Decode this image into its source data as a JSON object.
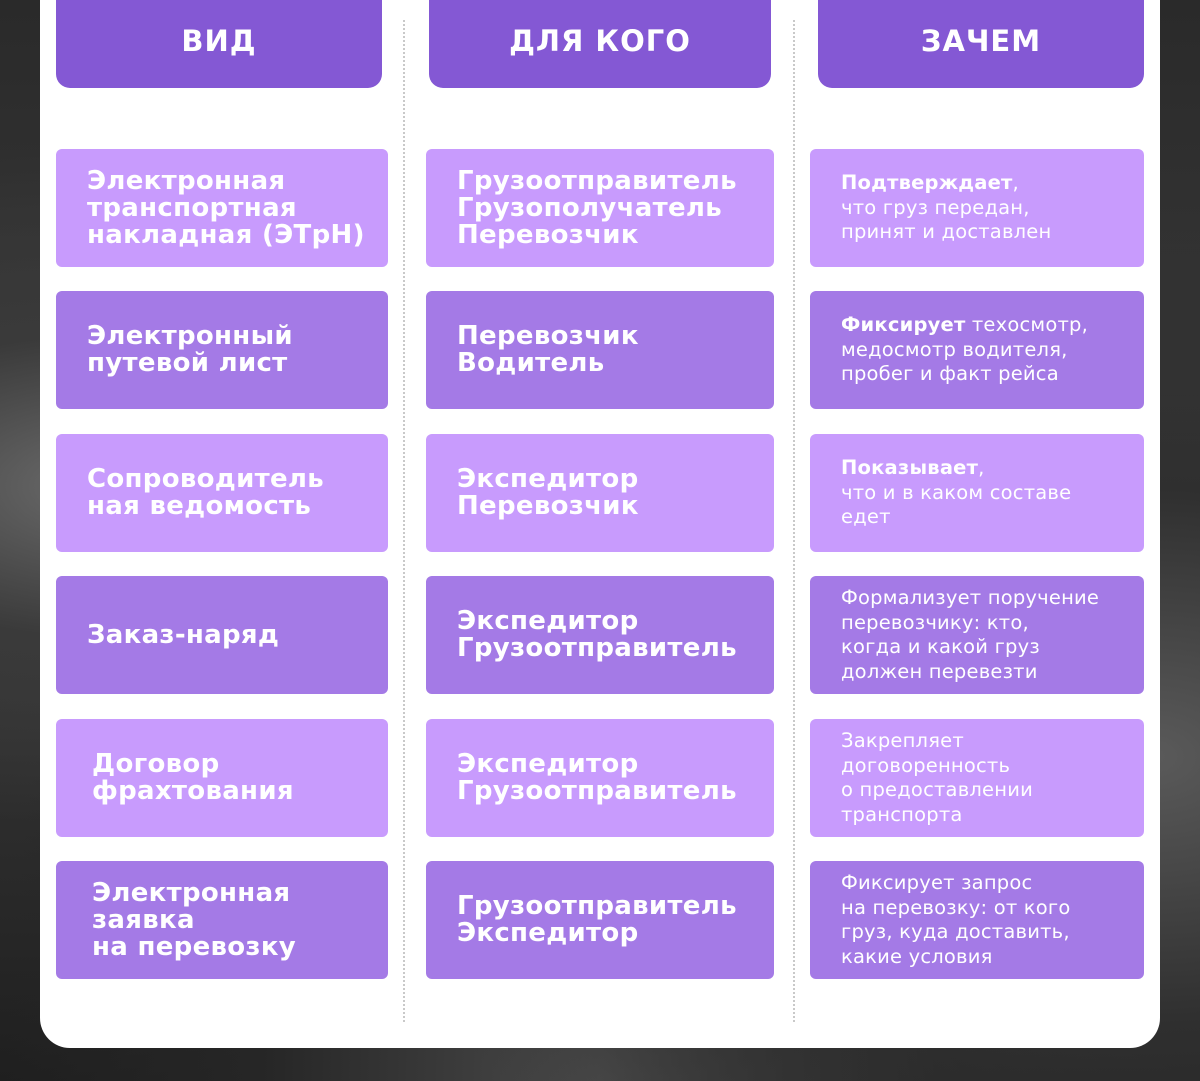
{
  "headers": {
    "type": "ВИД",
    "audience": "ДЛЯ КОГО",
    "purpose": "ЗАЧЕМ"
  },
  "rows": [
    {
      "type": [
        "Электронная",
        "транспортная",
        "накладная (ЭТрН)"
      ],
      "audience": [
        "Грузоотправитель",
        "Грузополучатель",
        "Перевозчик"
      ],
      "purpose_bold": "Подтверждает",
      "purpose_first_rest": ",",
      "purpose_lines": [
        "что груз передан,",
        "принят и доставлен"
      ]
    },
    {
      "type": [
        "Электронный",
        "путевой лист"
      ],
      "audience": [
        "Перевозчик",
        "Водитель"
      ],
      "purpose_bold": "Фиксирует",
      "purpose_first_rest": " техосмотр,",
      "purpose_lines": [
        "медосмотр водителя,",
        "пробег и факт рейса"
      ]
    },
    {
      "type": [
        "Сопроводитель",
        "ная ведомость"
      ],
      "audience": [
        "Экспедитор",
        "Перевозчик"
      ],
      "purpose_bold": "Показывает",
      "purpose_first_rest": ",",
      "purpose_lines": [
        "что и в каком составе",
        "едет"
      ]
    },
    {
      "type": [
        "Заказ-наряд"
      ],
      "audience": [
        "Экспедитор",
        "Грузоотправитель"
      ],
      "purpose_bold": "",
      "purpose_first_rest": "Формализует поручение",
      "purpose_lines": [
        "перевозчику: кто,",
        "когда и какой груз",
        "должен перевезти"
      ]
    },
    {
      "type": [
        "Договор",
        "фрахтования"
      ],
      "audience": [
        "Экспедитор",
        "Грузоотправитель"
      ],
      "purpose_bold": "",
      "purpose_first_rest": "Закрепляет",
      "purpose_lines": [
        "договоренность",
        "о предоставлении",
        "транспорта"
      ]
    },
    {
      "type": [
        "Электронная",
        "заявка",
        "на перевозку"
      ],
      "audience": [
        "Грузоотправитель",
        "Экспедитор"
      ],
      "purpose_bold": "",
      "purpose_first_rest": "Фиксирует запрос",
      "purpose_lines": [
        "на перевозку: от кого",
        "груз, куда доставить,",
        "какие условия"
      ]
    }
  ],
  "colors": {
    "header": "#8458d4",
    "cell_light": "#c89bfd",
    "cell_dark": "#a47ae6",
    "card": "#ffffff"
  }
}
